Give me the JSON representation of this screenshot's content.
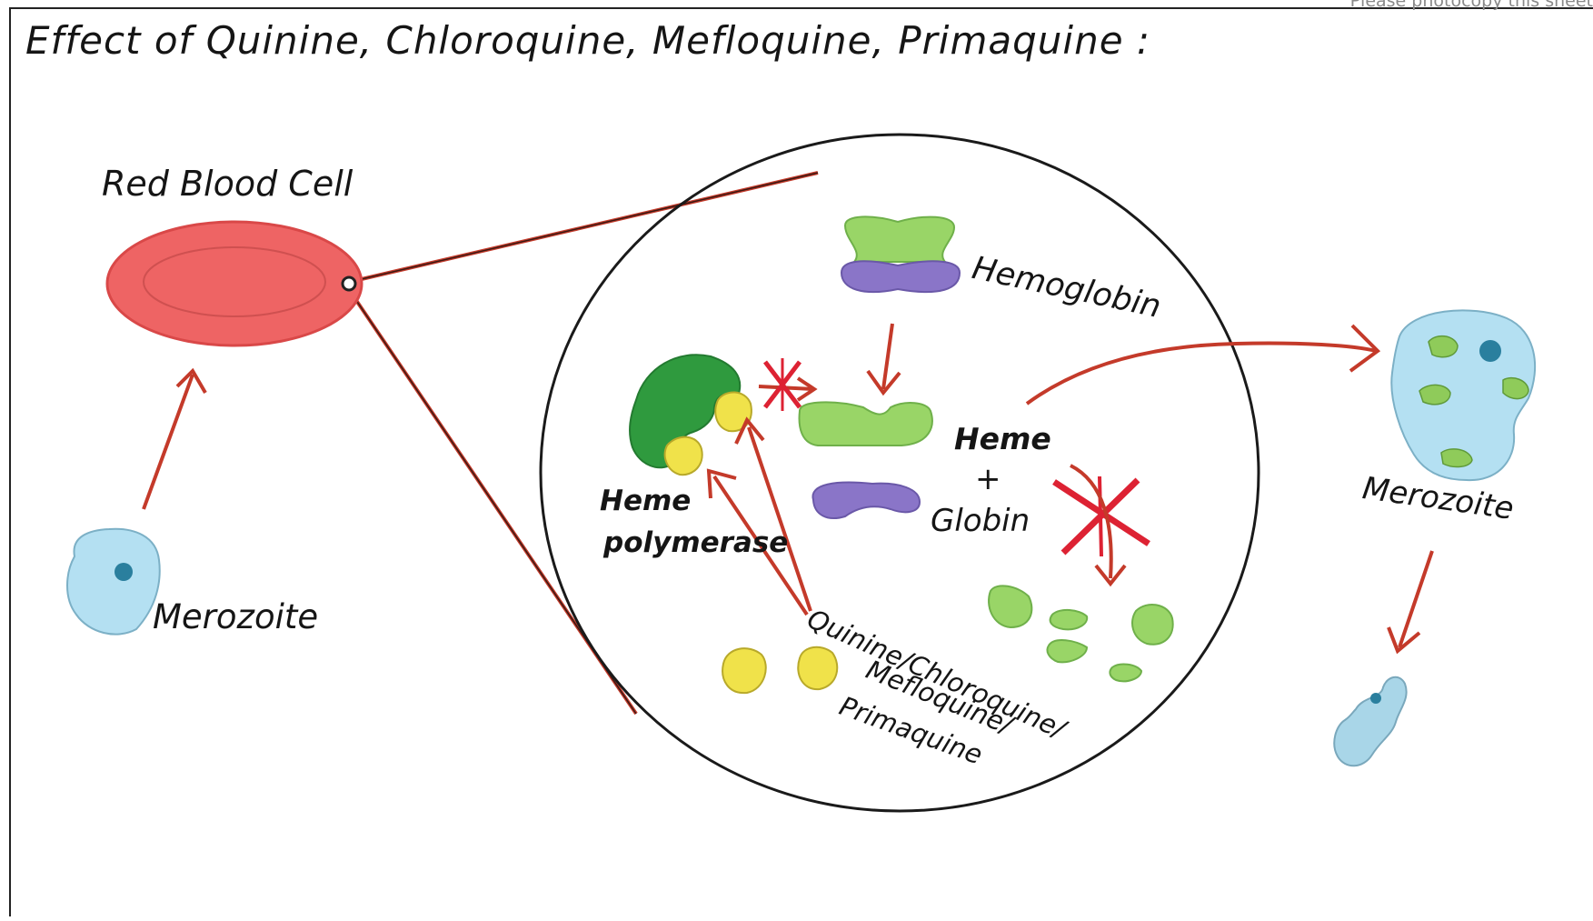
{
  "title": "Effect of Quinine, Chloroquine, Mefloquine, Primaquine :",
  "corner_note": "Please photocopy this sheet",
  "labels": {
    "red_blood_cell": "Red Blood Cell",
    "merozoite_left": "Merozoite",
    "hemoglobin": "Hemoglobin",
    "heme": "Heme",
    "plus": "+",
    "globin": "Globin",
    "heme_polymerase_line1": "Heme",
    "heme_polymerase_line2": "polymerase",
    "drugs_line1": "Quinine/Chloroquine/",
    "drugs_line2": "Mefloquine/",
    "drugs_line3": "Primaquine",
    "merozoite_right": "Merozoite"
  },
  "colors": {
    "arrow": "#cc3322",
    "rbc": "#ee5a5a",
    "merozoite": "#a9daf0",
    "nucleus": "#2a7f9e",
    "heme_green": "#8fd05a",
    "globin_purple": "#8a75c8",
    "polymerase_green": "#2f9a3e",
    "drug_yellow": "#f0e24a",
    "inhibit_mark": "#dd2233"
  }
}
